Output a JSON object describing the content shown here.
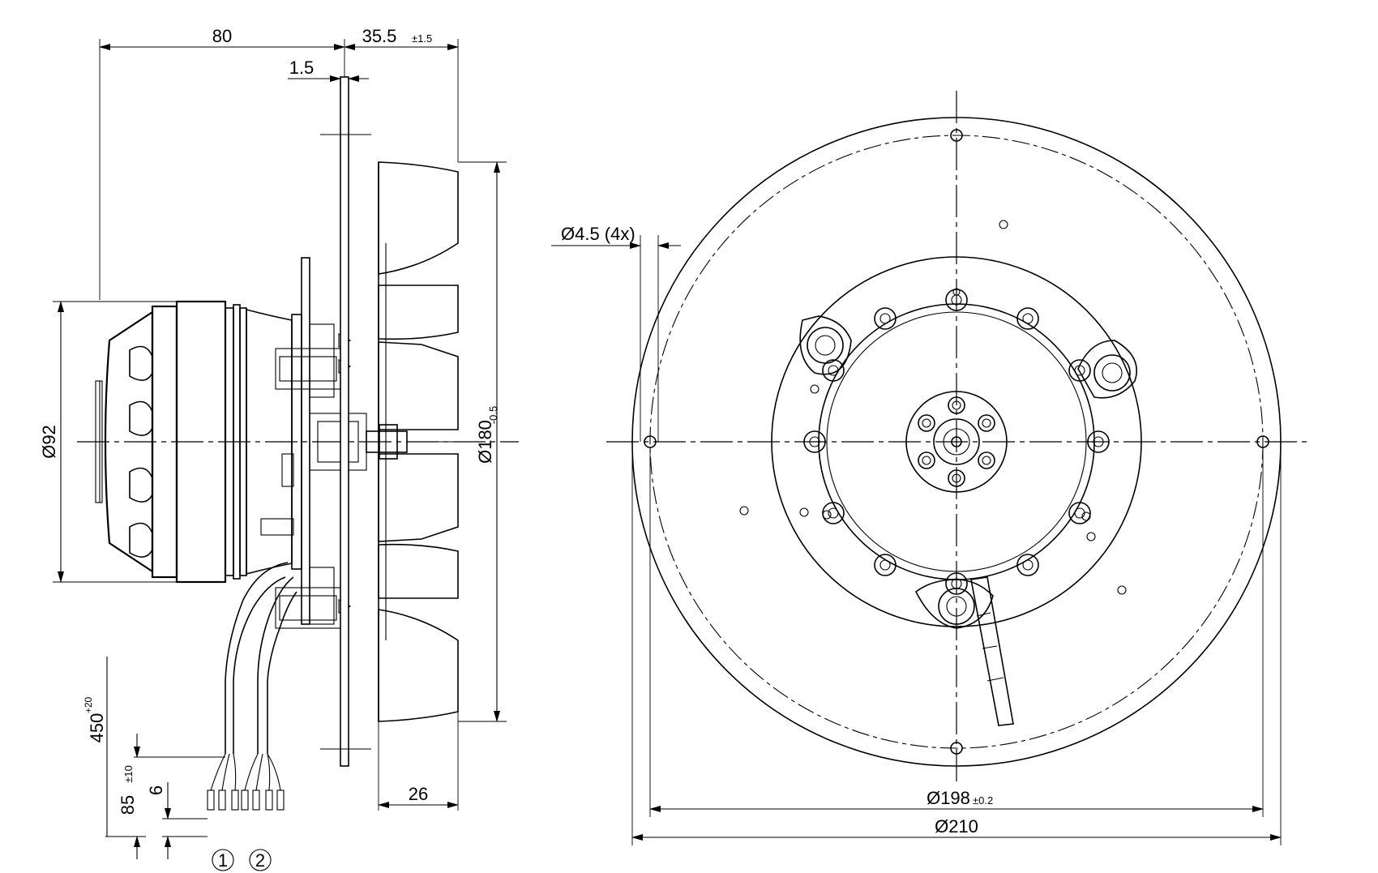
{
  "dimensions": {
    "motor_length": "80",
    "impeller_offset": "35.5",
    "impeller_offset_tol": "±1.5",
    "plate_thickness": "1.5",
    "motor_diameter": "Ø92",
    "impeller_diameter": "Ø180",
    "impeller_diameter_tol": "-0.5",
    "impeller_height": "26",
    "cable_length": "450",
    "cable_length_tol": "+20",
    "strip_length": "85",
    "strip_length_tol": "±10",
    "wire_strip": "6",
    "hole_diameter": "Ø4.5 (4x)",
    "pitch_circle": "Ø198",
    "pitch_circle_tol": "±0.2",
    "plate_diameter": "Ø210"
  },
  "callouts": {
    "cable_1": "1",
    "cable_2": "2"
  }
}
